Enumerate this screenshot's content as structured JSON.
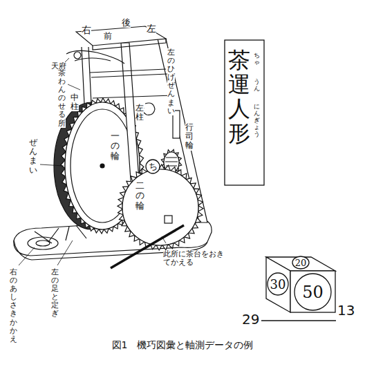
{
  "diagram": {
    "caption": "図1　機巧図彙と軸測データの例",
    "nodes": [
      {
        "text": [
          "茶運人形"
        ]
      },
      {
        "text": [
          "ち"
        ]
      },
      {
        "text": [
          "20"
        ]
      },
      {
        "text": [
          "30"
        ]
      },
      {
        "text": [
          "50"
        ]
      }
    ],
    "labels": [
      "右",
      "後",
      "前",
      "左",
      "天府",
      "茶わんのせる所",
      "中柱",
      "左のひげぜんまい",
      "左柱",
      "一の輪",
      "ぜんまい",
      "行司輪",
      "二の輪",
      "右のあしさきかかえ",
      "左の足と定ぎ",
      "此所に茶台をおきてかえる",
      "ちゃ",
      "うん",
      "にんぎょう",
      "29",
      "13"
    ]
  }
}
